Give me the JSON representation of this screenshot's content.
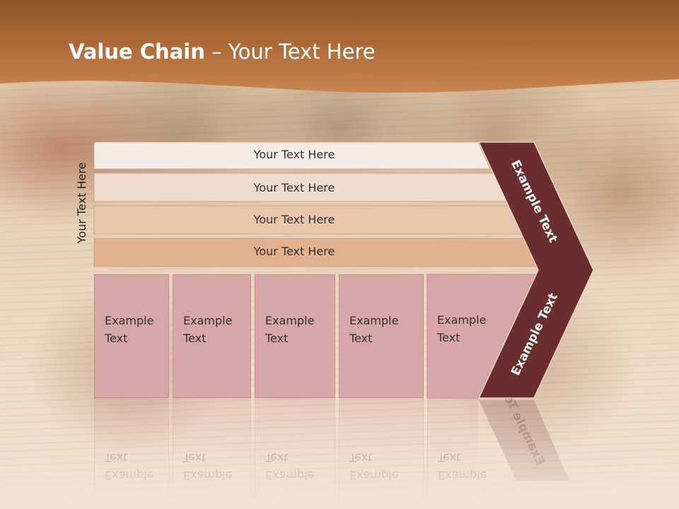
{
  "slide": {
    "title_bold": "Value Chain",
    "title_rest": " – Your Text Here",
    "side_label": "Your Text Here",
    "rows": [
      {
        "label": "Your Text Here"
      },
      {
        "label": "Your Text Here"
      },
      {
        "label": "Your Text Here"
      },
      {
        "label": "Your Text Here"
      }
    ],
    "boxes": [
      {
        "line1": "Example",
        "line2": "Text"
      },
      {
        "line1": "Example",
        "line2": "Text"
      },
      {
        "line1": "Example",
        "line2": "Text"
      },
      {
        "line1": "Example",
        "line2": "Text"
      },
      {
        "line1": "Example",
        "line2": "Text"
      }
    ],
    "chevron_top_text": "Example Text",
    "chevron_bottom_text": "Example Text"
  },
  "colors": {
    "header": "#b86f35",
    "chevron": "#6a2e2e",
    "row1": "#f6ece6",
    "row2": "#f0dccd",
    "row3": "#e8c6ab",
    "row4": "#e0b18c",
    "box": "#d7a6a7"
  }
}
